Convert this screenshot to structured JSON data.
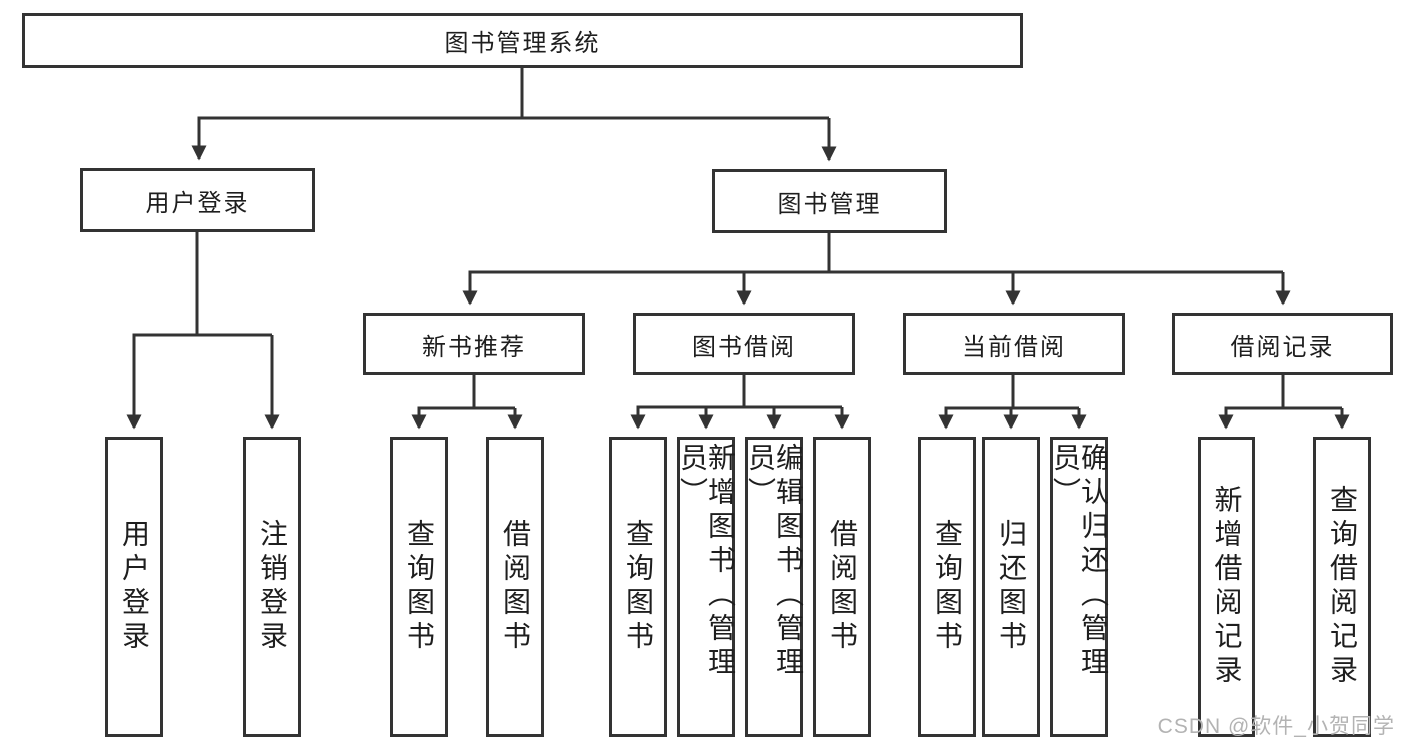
{
  "tree": {
    "root": {
      "label": "图书管理系统",
      "children": [
        {
          "label": "用户登录",
          "children": [
            {
              "label": "用户登录"
            },
            {
              "label": "注销登录"
            }
          ]
        },
        {
          "label": "图书管理",
          "children": [
            {
              "label": "新书推荐",
              "children": [
                {
                  "label": "查询图书"
                },
                {
                  "label": "借阅图书"
                }
              ]
            },
            {
              "label": "图书借阅",
              "children": [
                {
                  "label": "查询图书"
                },
                {
                  "label": "新增图书（管理员）"
                },
                {
                  "label": "编辑图书（管理员）"
                },
                {
                  "label": "借阅图书"
                }
              ]
            },
            {
              "label": "当前借阅",
              "children": [
                {
                  "label": "查询图书"
                },
                {
                  "label": "归还图书"
                },
                {
                  "label": "确认归还（管理员）"
                }
              ]
            },
            {
              "label": "借阅记录",
              "children": [
                {
                  "label": "新增借阅记录"
                },
                {
                  "label": "查询借阅记录"
                }
              ]
            }
          ]
        }
      ]
    }
  },
  "watermark": {
    "text": "CSDN @软件_小贺同学"
  },
  "colors": {
    "line": "#333333",
    "text": "#1e1e1e",
    "watermark": "#b3b3b3",
    "background": "#ffffff"
  }
}
